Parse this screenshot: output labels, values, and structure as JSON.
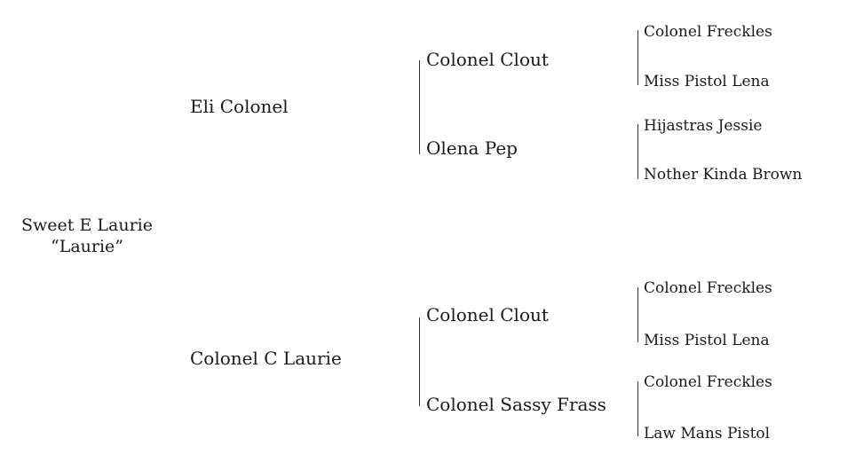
{
  "pedigree": {
    "subject": {
      "name": "Sweet E Laurie",
      "nickname": "“Laurie”"
    },
    "sire": {
      "name": "Eli Colonel",
      "sire": {
        "name": "Colonel Clout",
        "sire": "Colonel Freckles",
        "dam": "Miss Pistol Lena"
      },
      "dam": {
        "name": "Olena Pep",
        "sire": "Hijastras Jessie",
        "dam": "Nother Kinda Brown"
      }
    },
    "dam": {
      "name": "Colonel C Laurie",
      "sire": {
        "name": "Colonel Clout",
        "sire": "Colonel Freckles",
        "dam": "Miss Pistol Lena"
      },
      "dam": {
        "name": "Colonel Sassy Frass",
        "sire": "Colonel Freckles",
        "dam": "Law Mans Pistol"
      }
    }
  }
}
